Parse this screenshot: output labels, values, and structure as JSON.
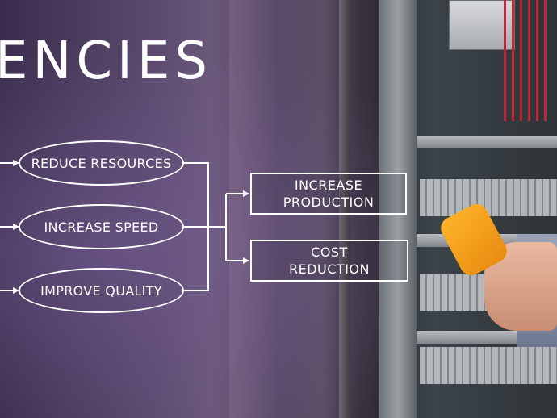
{
  "slide": {
    "title": "ENCIES",
    "inputs": [
      {
        "label": "REDUCE RESOURCES"
      },
      {
        "label": "INCREASE SPEED"
      },
      {
        "label": "IMPROVE QUALITY"
      }
    ],
    "outputs": [
      {
        "label": "INCREASE\nPRODUCTION"
      },
      {
        "label": "COST\nREDUCTION"
      }
    ],
    "colors": {
      "line": "#ffffff",
      "text": "#ffffff",
      "background_left": "#5b4a6e",
      "background_right": "#2c3136"
    }
  }
}
